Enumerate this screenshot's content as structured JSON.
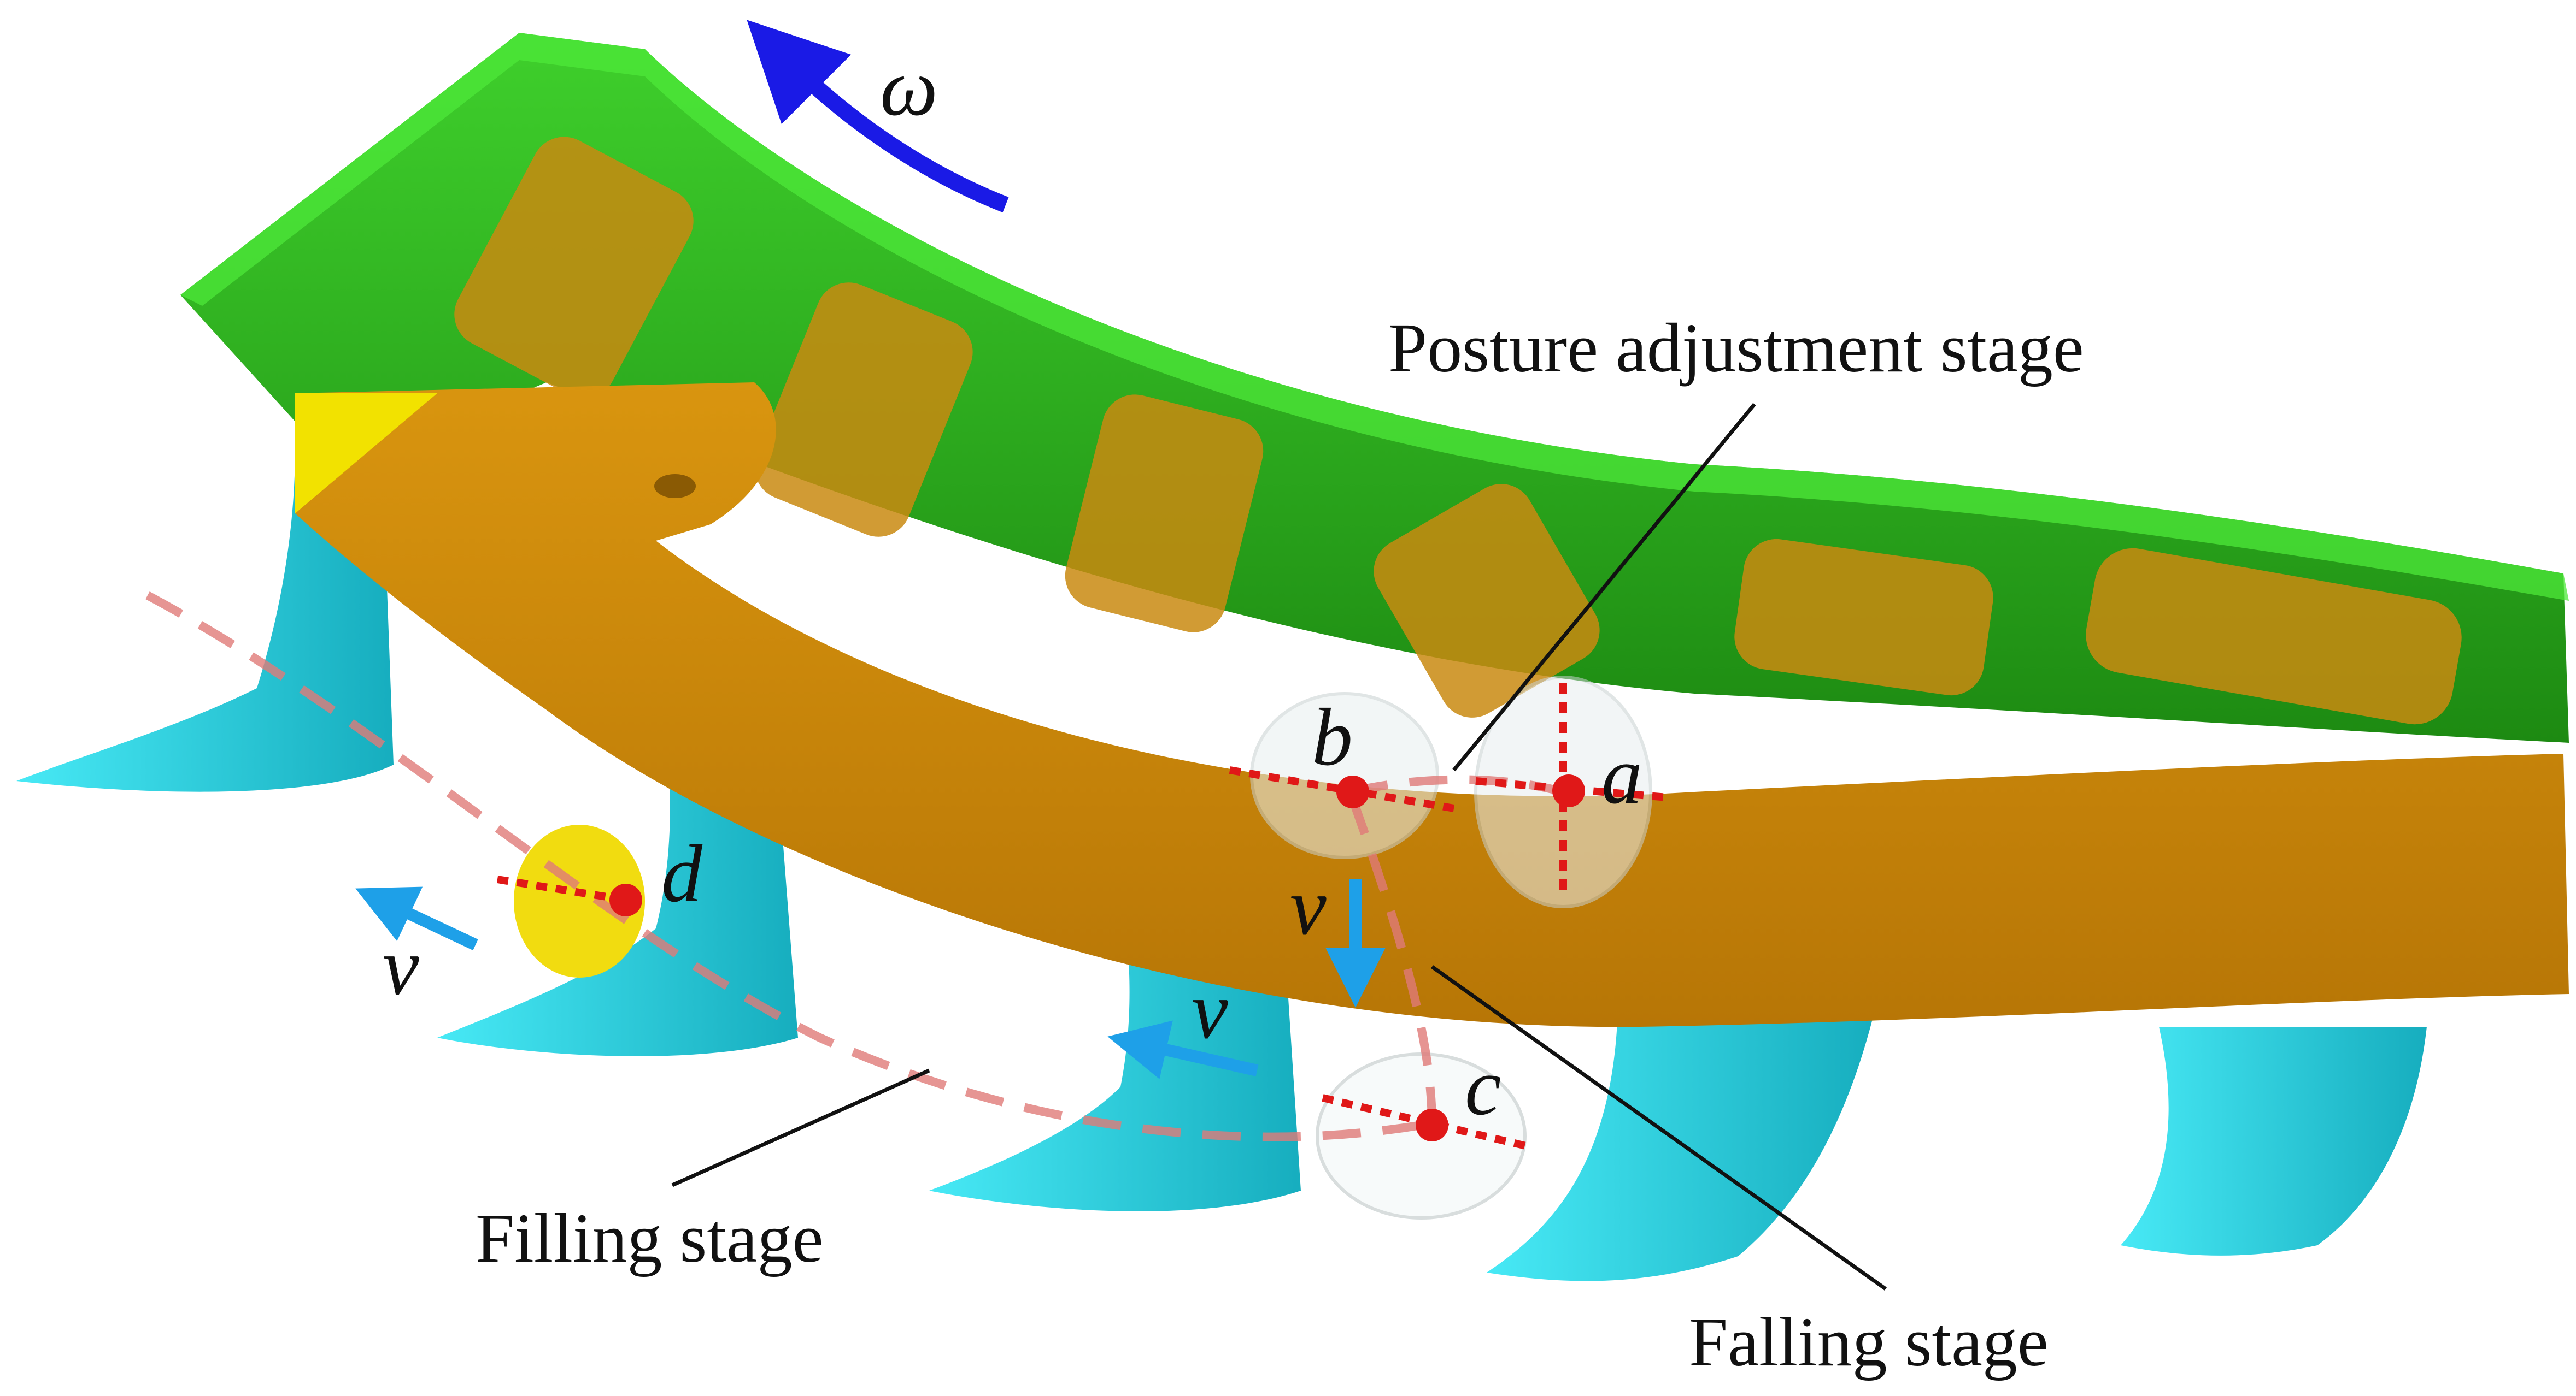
{
  "labels": {
    "posture_adjustment": "Posture adjustment stage",
    "falling": "Falling stage",
    "filling": "Filling stage"
  },
  "variables": {
    "omega": "ω",
    "v_a": "v",
    "v_b": "v",
    "v_c": "v",
    "point_a": "a",
    "point_b": "b",
    "point_c": "c",
    "point_d": "d"
  },
  "colors": {
    "green_plate": "#2aa81a",
    "orange_ring": "#c8860a",
    "cyan_scoop": "#19cfe0",
    "blue_arrow": "#1a1ae6",
    "light_blue_arrow": "#1ea0e8",
    "trajectory_red": "#e07a78",
    "point_red": "#e01818"
  }
}
